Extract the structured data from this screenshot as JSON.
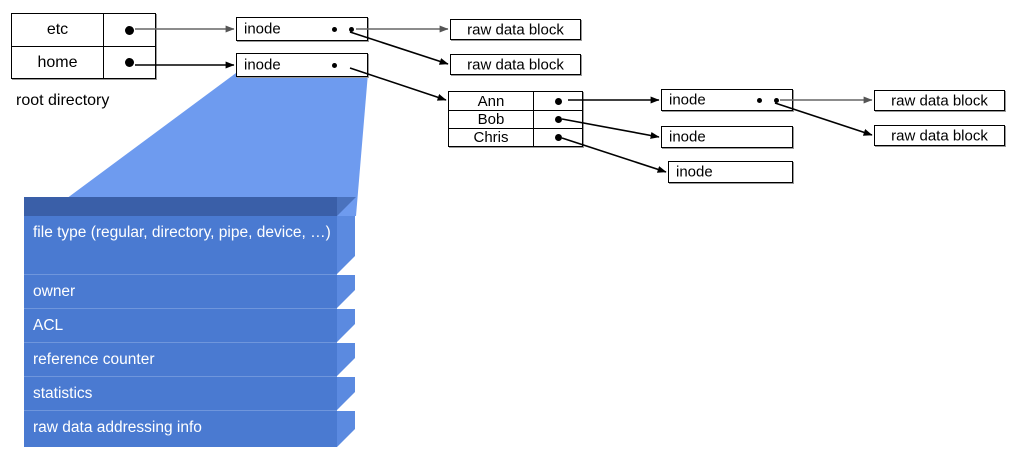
{
  "diagram": {
    "title": "unix-inode-filesystem-structure",
    "colors": {
      "block_front": "#4a7ad1",
      "block_top": "#3a5fa8",
      "block_side": "#5b8ae0",
      "wedge": "#6e9bef",
      "box_border": "#000000",
      "box_fill": "#ffffff"
    }
  },
  "root_directory": {
    "caption": "root directory",
    "entries": [
      {
        "name": "etc",
        "pointer": "dot"
      },
      {
        "name": "home",
        "pointer": "dot"
      }
    ]
  },
  "home_directory": {
    "entries": [
      {
        "name": "Ann",
        "pointer": "dot"
      },
      {
        "name": "Bob",
        "pointer": "dot"
      },
      {
        "name": "Chris",
        "pointer": "dot"
      }
    ]
  },
  "inodes": {
    "label": "inode",
    "level1": [
      {
        "id": "inode-etc",
        "label": "inode",
        "pointer_dots": 2
      },
      {
        "id": "inode-home",
        "label": "inode",
        "pointer_dots": 1
      }
    ],
    "level2": [
      {
        "id": "inode-ann",
        "label": "inode",
        "pointer_dots": 2
      },
      {
        "id": "inode-bob",
        "label": "inode",
        "pointer_dots": 0
      },
      {
        "id": "inode-chris",
        "label": "inode",
        "pointer_dots": 0
      }
    ]
  },
  "raw_data_blocks": {
    "label": "raw data block",
    "left": [
      {
        "id": "rdb-1",
        "label": "raw data block"
      },
      {
        "id": "rdb-2",
        "label": "raw data block"
      }
    ],
    "right": [
      {
        "id": "rdb-3",
        "label": "raw data block"
      },
      {
        "id": "rdb-4",
        "label": "raw data block"
      }
    ]
  },
  "inode_block": {
    "fields": [
      "file type (regular, directory, pipe, device, …)",
      "owner",
      "ACL",
      "reference counter",
      "statistics",
      "raw data addressing info"
    ]
  }
}
